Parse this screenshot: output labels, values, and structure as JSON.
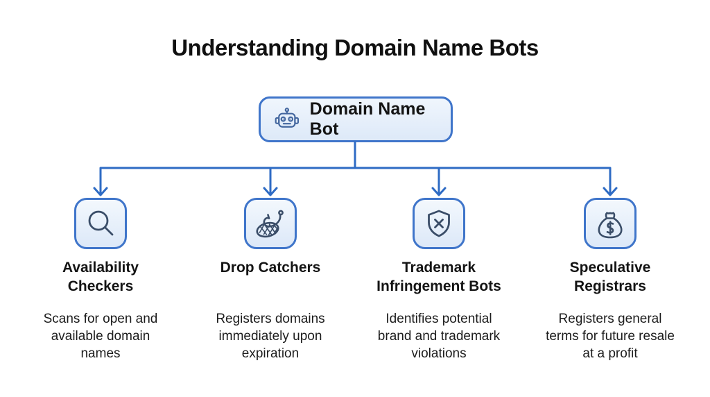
{
  "title": "Understanding Domain Name Bots",
  "root": {
    "label": "Domain Name Bot",
    "icon": "robot-icon"
  },
  "branches": [
    {
      "icon": "magnifier-icon",
      "heading": "Availability\nCheckers",
      "description": "Scans for open and\navailable domain\nnames"
    },
    {
      "icon": "net-hook-icon",
      "heading": "Drop Catchers",
      "description": "Registers domains\nimmediately upon\nexpiration"
    },
    {
      "icon": "shield-x-icon",
      "heading": "Trademark\nInfringement Bots",
      "description": "Identifies potential\nbrand and trademark\nviolations"
    },
    {
      "icon": "money-bag-icon",
      "heading": "Speculative\nRegistrars",
      "description": "Registers general\nterms for future resale\nat a profit"
    }
  ],
  "colors": {
    "accent_border": "#3f75ca",
    "connector": "#2e6bc4",
    "node_fill_top": "#f1f7fd",
    "node_fill_bottom": "#dde9f8",
    "icon_stroke": "#3a4d68",
    "robot_stroke": "#44679f",
    "title_text": "#101010",
    "body_text": "#1c1c1c"
  }
}
